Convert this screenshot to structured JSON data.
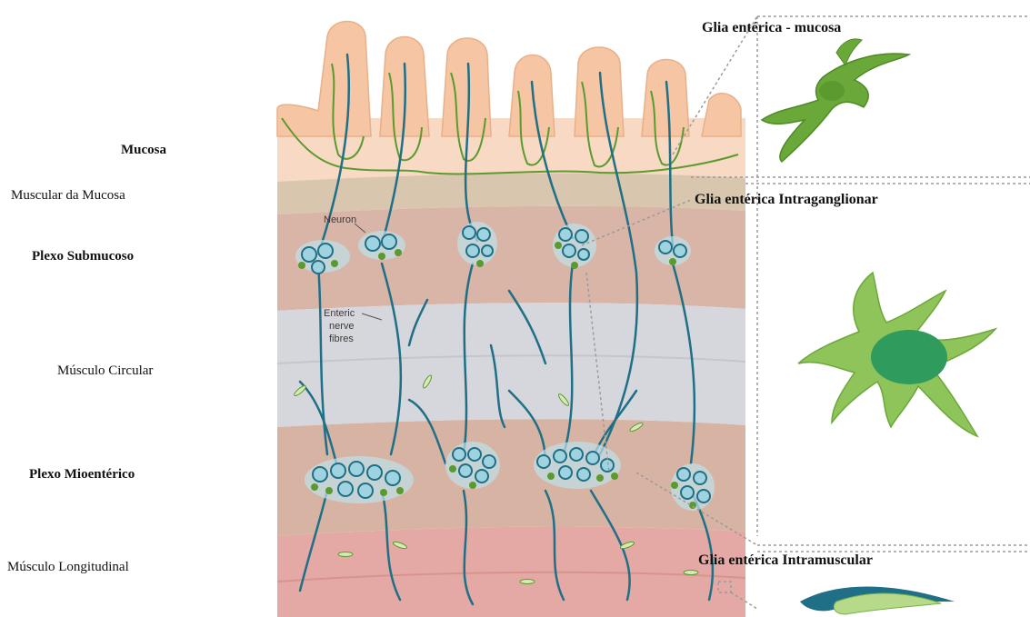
{
  "layers": {
    "mucosa": "Mucosa",
    "muscular_mucosa": "Muscular da Mucosa",
    "plexo_submucoso": "Plexo Submucoso",
    "musculo_circular": "Músculo Circular",
    "plexo_mioenterico": "Plexo Mioentérico",
    "musculo_longitudinal": "Músculo Longitudinal"
  },
  "glia": {
    "mucosa": "Glia entérica - mucosa",
    "intraganglionar": "Glia entérica Intraganglionar",
    "intramuscular": "Glia entérica Intramuscular"
  },
  "inner_labels": {
    "neuron": "Neuron",
    "enteric_1": "Enteric",
    "enteric_2": "nerve",
    "enteric_3": "fibres"
  },
  "colors": {
    "villi": "#f6c6a4",
    "mucosa_base": "#f7d9c4",
    "muscular_mucosa": "#d9c6ae",
    "submucosa": "#d9b5a8",
    "circular_muscle": "#d6d7dc",
    "myenteric": "#d6b3a2",
    "longitudinal_muscle": "#e4a9a4",
    "nerve_fibre": "#1f6f86",
    "neuron_cell": "#9fd3e0",
    "glia_green": "#5a9a2e",
    "glia_light": "#8fc45a"
  }
}
